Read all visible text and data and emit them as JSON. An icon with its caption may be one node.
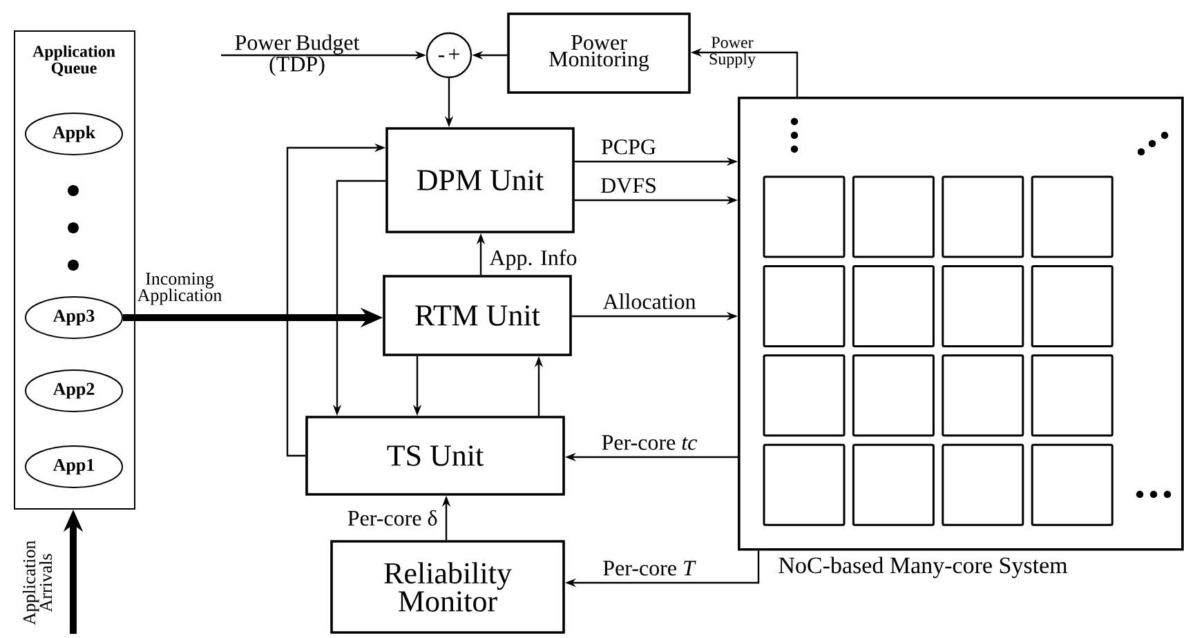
{
  "diagram": {
    "nodes": [
      {
        "text": [
          "Application Queue"
        ]
      },
      {
        "text": [
          "Appk"
        ],
        "in": 0
      },
      {
        "text": [
          "App3"
        ],
        "in": 0
      },
      {
        "text": [
          "App2"
        ],
        "in": 0
      },
      {
        "text": [
          "App1"
        ],
        "in": 0
      },
      {
        "text": [
          "-",
          "+"
        ]
      },
      {
        "text": [
          "Power Monitoring"
        ]
      },
      {
        "text": [
          "DPM Unit"
        ]
      },
      {
        "text": [
          "RTM Unit"
        ]
      },
      {
        "text": [
          "TS Unit"
        ]
      },
      {
        "text": [
          "Reliability Monitor"
        ]
      },
      {
        "text": [
          "NoC-based Many-core System"
        ]
      }
    ],
    "edges": [
      {
        "from": null,
        "to": 5,
        "arrow": "to",
        "label": "Power Budget (TDP)"
      },
      {
        "from": 6,
        "to": 5,
        "arrow": "to"
      },
      {
        "from": 11,
        "to": 6,
        "arrow": "to",
        "label": "Power Supply"
      },
      {
        "from": 5,
        "to": 7,
        "arrow": "to"
      },
      {
        "from": 7,
        "to": 11,
        "arrow": "to",
        "label": "PCPG"
      },
      {
        "from": 7,
        "to": 11,
        "arrow": "to",
        "label": "DVFS"
      },
      {
        "from": 8,
        "to": 7,
        "arrow": "to",
        "label": "App. Info"
      },
      {
        "from": 8,
        "to": 11,
        "arrow": "to",
        "label": "Allocation"
      },
      {
        "from": 2,
        "to": 8,
        "arrow": "to",
        "label": "Incoming Application",
        "style": "thick"
      },
      {
        "from": 9,
        "to": 7,
        "arrow": "to"
      },
      {
        "from": 7,
        "to": 9,
        "arrow": "to"
      },
      {
        "from": 8,
        "to": 9,
        "arrow": "to"
      },
      {
        "from": 9,
        "to": 8,
        "arrow": "to"
      },
      {
        "from": 11,
        "to": 9,
        "arrow": "to",
        "label": "Per-core *tc*"
      },
      {
        "from": 10,
        "to": 9,
        "arrow": "to",
        "label": "Per-core δ"
      },
      {
        "from": 11,
        "to": 10,
        "arrow": "to",
        "label": "Per-core *T*"
      },
      {
        "from": null,
        "to": 0,
        "arrow": "to",
        "label": "Application Arrivals",
        "style": "thick"
      }
    ]
  }
}
